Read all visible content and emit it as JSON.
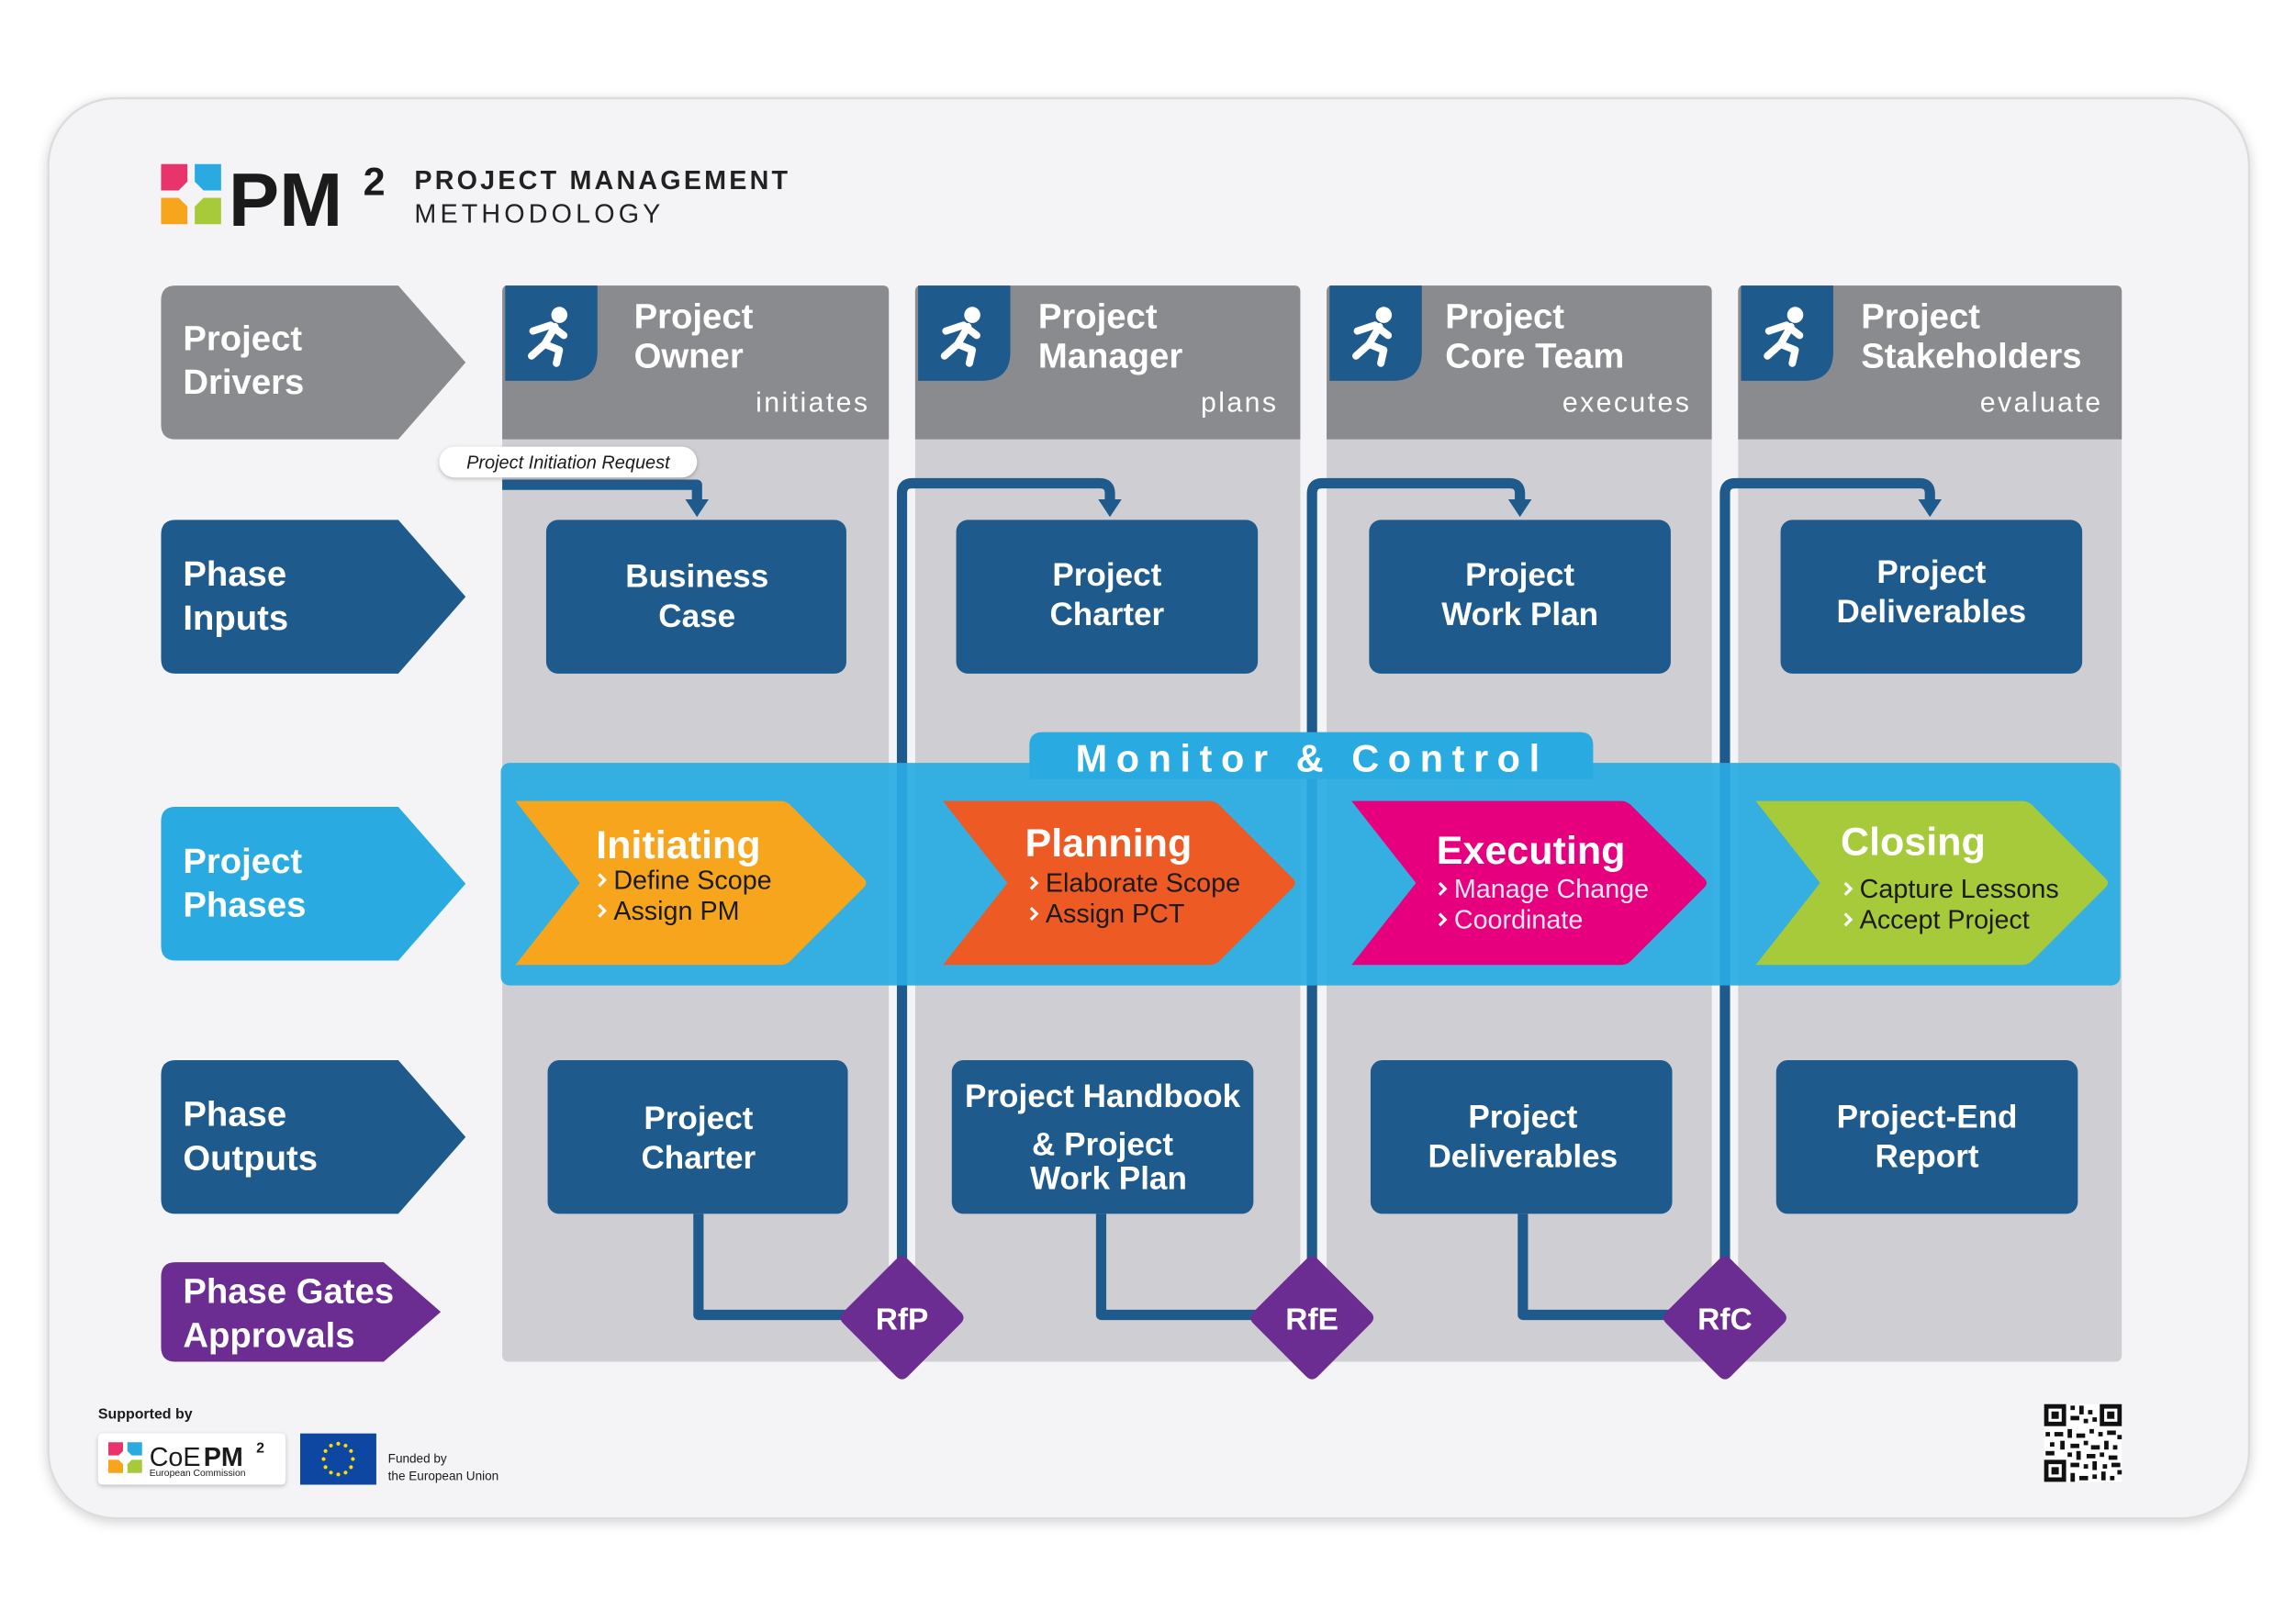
{
  "logo": {
    "mark": "PM",
    "sup": "2",
    "title_line1": "PROJECT MANAGEMENT",
    "title_line2": "METHODOLOGY"
  },
  "rows": [
    {
      "lines": [
        "Project",
        "Drivers"
      ]
    },
    {
      "lines": [
        "Phase",
        "Inputs"
      ]
    },
    {
      "lines": [
        "Project",
        "Phases"
      ]
    },
    {
      "lines": [
        "Phase",
        "Outputs"
      ]
    },
    {
      "lines": [
        "Phase Gates",
        "Approvals"
      ]
    }
  ],
  "drivers": [
    {
      "lines": [
        "Project",
        "Owner"
      ],
      "action": "initiates"
    },
    {
      "lines": [
        "Project",
        "Manager"
      ],
      "action": "plans"
    },
    {
      "lines": [
        "Project",
        "Core Team"
      ],
      "action": "executes"
    },
    {
      "lines": [
        "Project",
        "Stakeholders"
      ],
      "action": "evaluate"
    }
  ],
  "initiation_request": "Project Initiation Request",
  "inputs": [
    {
      "lines": [
        "Business",
        "Case"
      ]
    },
    {
      "lines": [
        "Project",
        "Charter"
      ]
    },
    {
      "lines": [
        "Project",
        "Work Plan"
      ]
    },
    {
      "lines": [
        "Project",
        "Deliverables"
      ]
    }
  ],
  "monitor_control": "Monitor & Control",
  "phases": [
    {
      "name": "Initiating",
      "items": [
        "Define Scope",
        "Assign PM"
      ],
      "color": "#f7a51c"
    },
    {
      "name": "Planning",
      "items": [
        "Elaborate Scope",
        "Assign PCT"
      ],
      "color": "#ee5a24"
    },
    {
      "name": "Executing",
      "items": [
        "Manage Change",
        "Coordinate"
      ],
      "color": "#e6007e"
    },
    {
      "name": "Closing",
      "items": [
        "Capture Lessons",
        "Accept Project"
      ],
      "color": "#a6ca3a"
    }
  ],
  "outputs": [
    {
      "lines": [
        "Project",
        "Charter"
      ]
    },
    {
      "lines": [
        "Project Handbook",
        "& Project",
        "Work Plan"
      ]
    },
    {
      "lines": [
        "Project",
        "Deliverables"
      ]
    },
    {
      "lines": [
        "Project-End",
        "Report"
      ]
    }
  ],
  "gates": [
    "RfP",
    "RfE",
    "RfC"
  ],
  "footer": {
    "supported_by": "Supported by",
    "coe_prefix": "CoE",
    "coe_mark": "PM",
    "coe_sup": "2",
    "coe_sub": "European Commission",
    "funded_line1": "Funded by",
    "funded_line2": "the European Union"
  },
  "colors": {
    "driver_gray": "#8a8b8e",
    "dark_blue": "#1f5a8c",
    "light_blue": "#29abe2",
    "gate_purple": "#6b2d91",
    "panel_gray": "#cfced3"
  },
  "icons": [
    "runner-icon",
    "qr-code-icon",
    "eu-flag-icon"
  ]
}
